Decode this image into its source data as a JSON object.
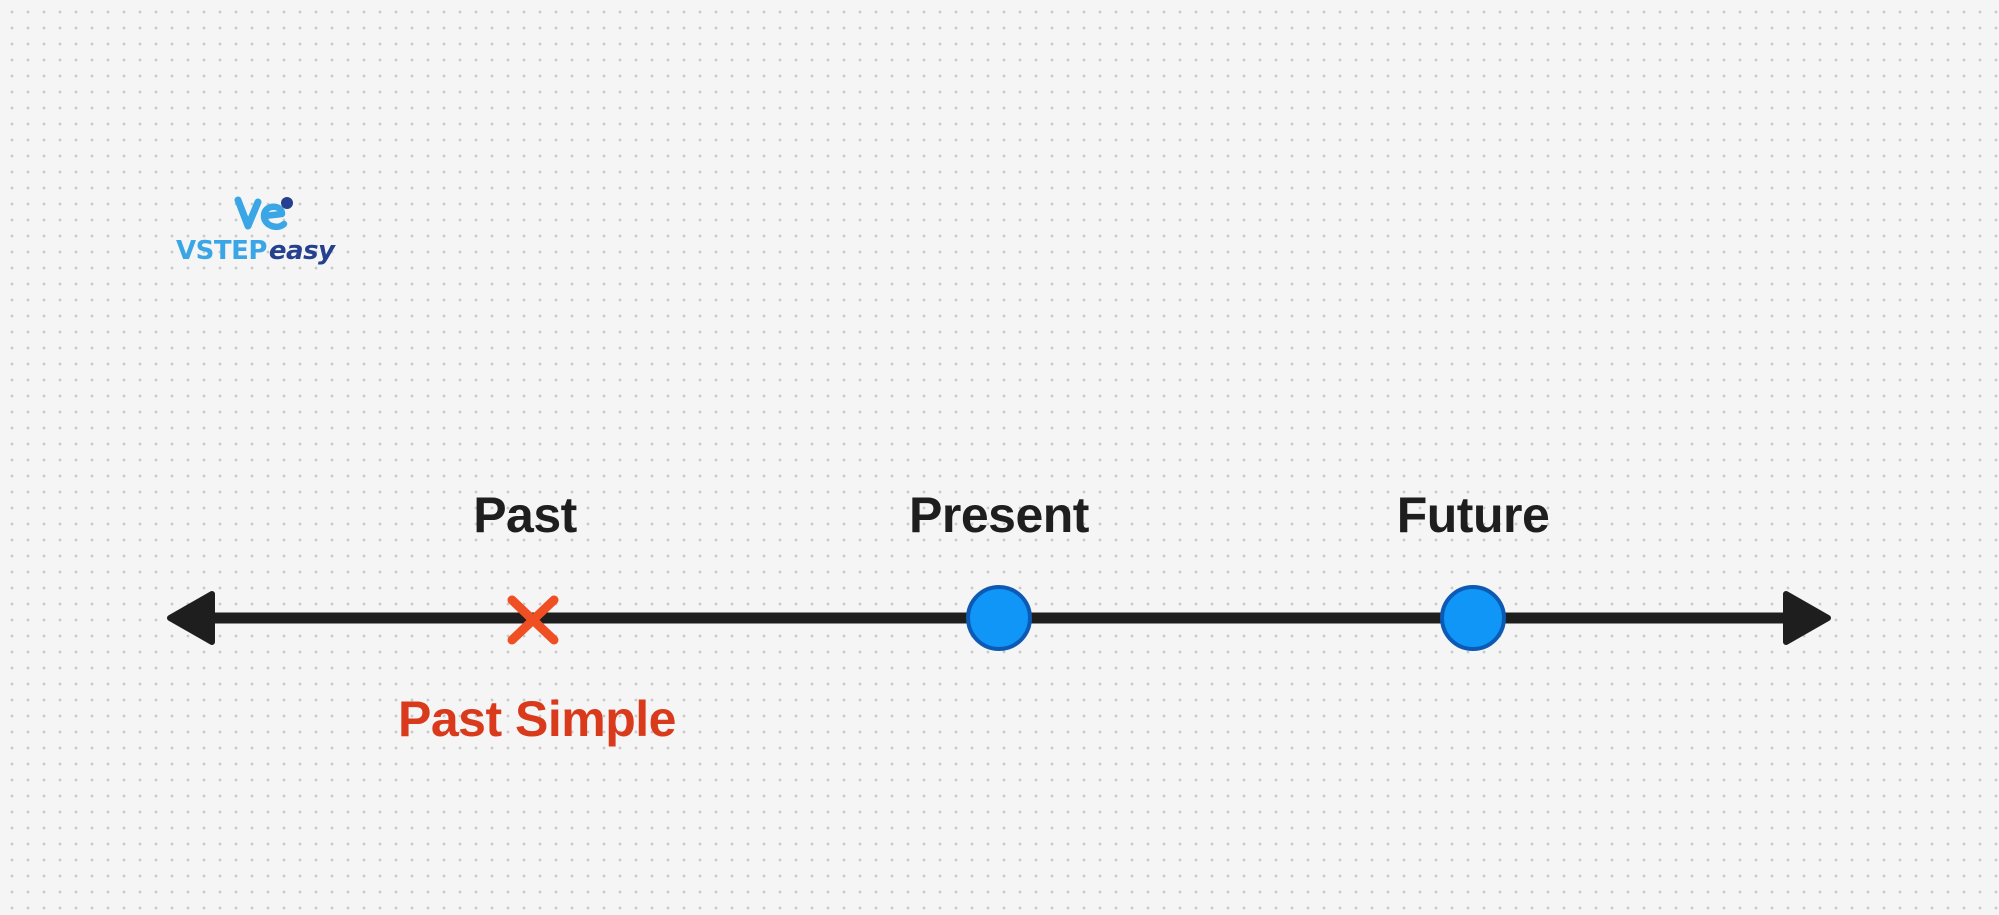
{
  "logo": {
    "brand_primary": "VSTEP",
    "brand_secondary": "easy",
    "primary_color": "#3aa6e6",
    "secondary_color": "#24408e"
  },
  "timeline": {
    "line_color": "#1e1e1e",
    "labels": {
      "past": "Past",
      "present": "Present",
      "future": "Future"
    },
    "markers": {
      "past": "cross",
      "present": "circle",
      "future": "circle"
    },
    "marker_colors": {
      "cross": "#f04e23",
      "circle_fill": "#0f96f7",
      "circle_stroke": "#0c5ab4"
    },
    "tense": {
      "label": "Past Simple",
      "color": "#d93a1c"
    }
  }
}
